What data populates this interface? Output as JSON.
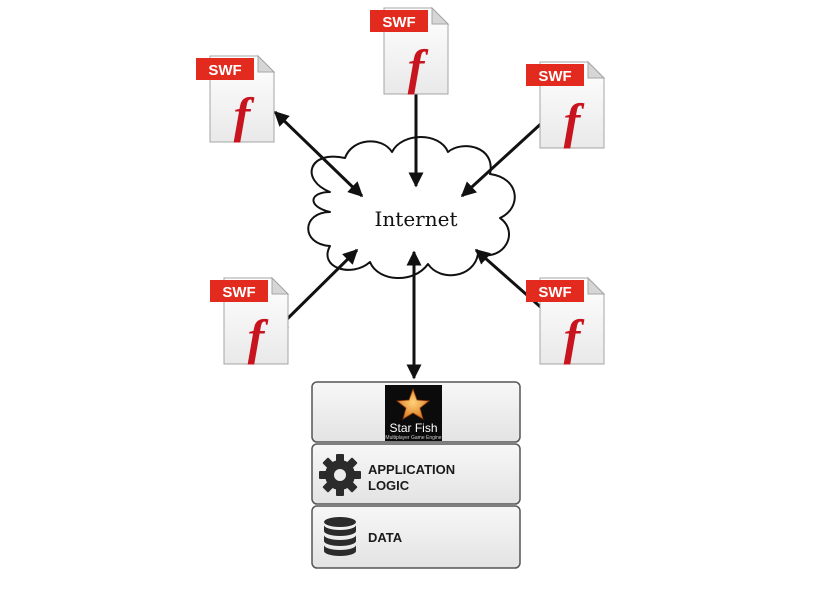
{
  "file_label": "SWF",
  "flash_glyph": "f",
  "cloud": {
    "label": "Internet"
  },
  "server_stack": {
    "logo": {
      "title": "Star Fish",
      "subtitle": "Multiplayer Game Engine",
      "icon": "starfish-icon"
    },
    "application": {
      "line1": "APPLICATION",
      "line2": "LOGIC",
      "icon": "gear-icon"
    },
    "data": {
      "label": "DATA",
      "icon": "database-icon"
    }
  },
  "colors": {
    "swf_tab": "#e32a1e",
    "flash_red": "#c8141e",
    "arrow": "#111111",
    "panel_fill": "#efefef"
  }
}
